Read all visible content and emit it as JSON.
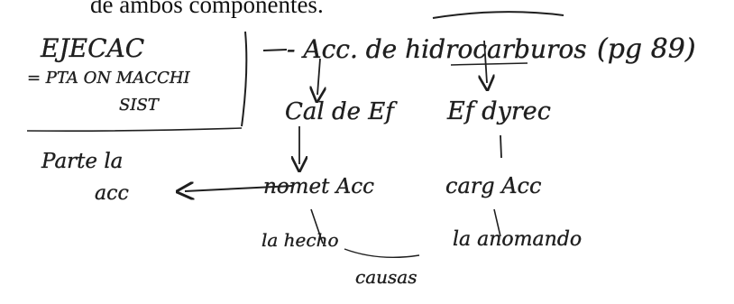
{
  "printed_text": "de ambos componentes.",
  "handwritten_notes": {
    "left_box_line1": "EJECAC",
    "left_box_line2": "= PTA ON MACCHI",
    "left_box_line3": "SIST",
    "top_formula": "- Acc. de hidrocarburos",
    "top_formula_paren": "(pg 89)",
    "left_branch": "Cal de Ef",
    "right_branch": "Ef dyrec",
    "middle_left": "nomet Acc",
    "middle_right": "carg Acc",
    "bottom_left": "la hecho",
    "bottom_right": "la anomando",
    "bottom_note": "causas",
    "arrow_target_note_line1": "Parte la",
    "arrow_target_note_line2": "acc"
  },
  "colors": {
    "ink": "#1f1f1f",
    "print": "#111111",
    "paper": "#ffffff"
  }
}
